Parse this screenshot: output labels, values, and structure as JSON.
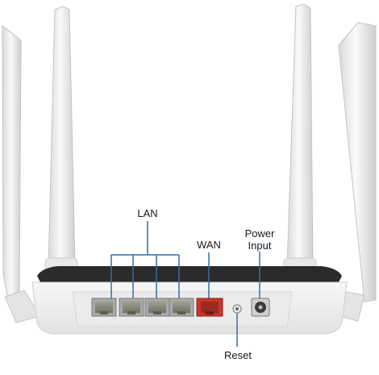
{
  "labels": {
    "lan": "LAN",
    "wan": "WAN",
    "power_line1": "Power",
    "power_line2": "Input",
    "reset": "Reset"
  },
  "colors": {
    "callout": "#2f6fb0",
    "router_body": "#f3f3f3",
    "router_top": "#2b2b2b",
    "antenna": "#f1f1f1",
    "lan_port_frame": "#a9a9a9",
    "wan_port": "#c8352b"
  },
  "ports": {
    "lan_count": 4,
    "wan_count": 1
  }
}
